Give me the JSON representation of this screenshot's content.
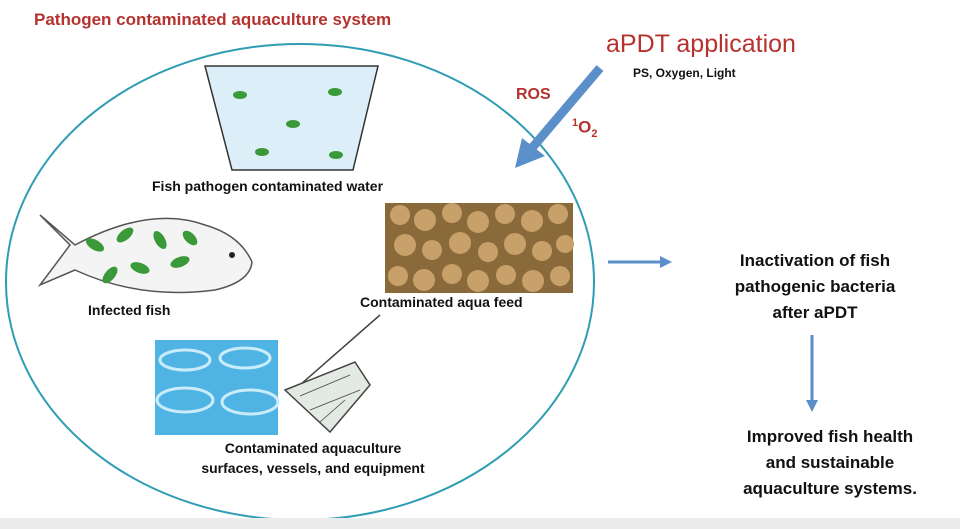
{
  "title": "Pathogen contaminated aquaculture system",
  "apdt": {
    "title": "aPDT application",
    "subtitle": "PS, Oxygen, Light",
    "ros": "ROS",
    "singlet_sup": "1",
    "singlet_o": "O",
    "singlet_sub": "2"
  },
  "labels": {
    "water": "Fish pathogen contaminated water",
    "fish": "Infected fish",
    "feed": "Contaminated aqua feed",
    "surfaces_line1": "Contaminated aquaculture",
    "surfaces_line2": "surfaces, vessels, and equipment"
  },
  "outcomes": {
    "inactivation": [
      "Inactivation of fish",
      "pathogenic bacteria",
      "after aPDT"
    ],
    "improved": [
      "Improved fish health",
      "and sustainable",
      "aquaculture systems."
    ]
  },
  "colors": {
    "red": "#b5322f",
    "arrow": "#5b8fc9",
    "ellipse": "#2f9db3",
    "bacteria": "#3a9a3a"
  }
}
